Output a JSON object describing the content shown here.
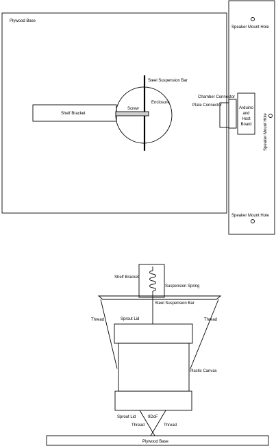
{
  "top_view": {
    "plywood_base": "Plywood Base",
    "speaker_mount_hole_top": "Speaker Mount Hole",
    "speaker_mount_hole_side": "Speaker Mount Hole",
    "speaker_mount_hole_bottom": "Speaker Mount Hole",
    "steel_suspension_bar": "Steel Suspension Bar",
    "enclosure": "Enclosure",
    "screw": "Screw",
    "shelf_bracket": "Shelf Bracket",
    "chamber_connector": "Chamber Connector",
    "plate_connector": "Plate Connector",
    "arduino_board_lines": [
      "Arduino",
      "and",
      "Host",
      "Board"
    ]
  },
  "side_view": {
    "shelf_bracket": "Shelf Bracket",
    "suspension_spring": "Suspension Spring",
    "steel_suspension_bar": "Steel Suspension Bar",
    "thread_left": "Thread",
    "thread_right": "Thread",
    "sprout_lid_top": "Sprout Lid",
    "plastic_canvas": "Plastic Canvas",
    "sprout_lid_bottom": "Sprout Lid",
    "ninedof": "9DoF",
    "thread_bottom_left": "Thread",
    "thread_bottom_right": "Thread",
    "plywood_base": "Plywood Base"
  }
}
